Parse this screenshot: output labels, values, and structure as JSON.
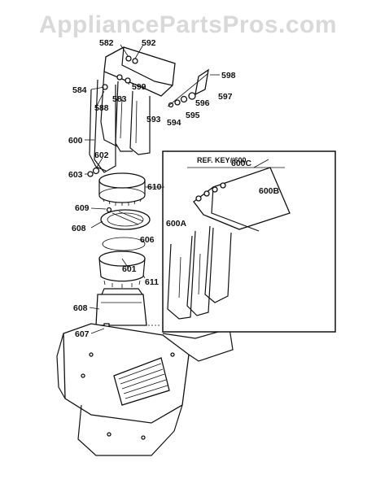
{
  "watermark": "AppliancePartsPros.com",
  "inset_title": "REF. KEY#600",
  "callouts": {
    "p582": "582",
    "p592": "592",
    "p598": "598",
    "p584": "584",
    "p599": "599",
    "p583": "583",
    "p588": "588",
    "p596": "596",
    "p597": "597",
    "p595": "595",
    "p593": "593",
    "p594": "594",
    "p600": "600",
    "p602": "602",
    "p603": "603",
    "p610": "610",
    "p609": "609",
    "p608a": "608",
    "p606": "606",
    "p601": "601",
    "p611": "611",
    "p608b": "608",
    "p607": "607",
    "p600c": "600C",
    "p600b": "600B",
    "p600a": "600A"
  }
}
